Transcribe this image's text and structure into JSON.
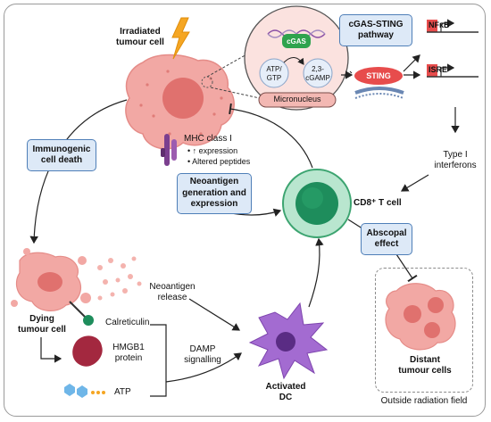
{
  "labels": {
    "irradiated_cell": "Irradiated\ntumour cell",
    "mhc": "MHC class I",
    "mhc_item1": "• ↑ expression",
    "mhc_item2": "• Altered peptides",
    "cgas": "cGAS",
    "atp_gtp": "ATP/\nGTP",
    "cgamp": "2,3-\ncGAMP",
    "micronucleus": "Micronucleus",
    "sting": "STING",
    "nfkb": "NFκB",
    "isre": "ISRE",
    "type1_ifn": "Type I\ninterferons",
    "cd8": "CD8⁺ T cell",
    "dying_cell": "Dying\ntumour cell",
    "calreticulin": "Calreticulin",
    "hmgb1": "HMGB1\nprotein",
    "atp": "ATP",
    "neoantigen_release": "Neoantigen\nrelease",
    "damp": "DAMP\nsignalling",
    "activated_dc": "Activated\nDC",
    "distant_cells": "Distant\ntumour cells",
    "outside_field": "Outside radiation field"
  },
  "boxes": {
    "cgas_sting": "cGAS-STING\npathway",
    "immunogenic": "Immunogenic\ncell death",
    "neoantigen": "Neoantigen\ngeneration and\nexpression",
    "abscopal": "Abscopal\neffect"
  },
  "colors": {
    "tumour": "#f2a8a4",
    "tumour_nucleus": "#e0716e",
    "tcell_outer": "#b9e6cf",
    "tcell_inner": "#1e8d5c",
    "dc": "#a36bd1",
    "dc_nucleus": "#5a2c84",
    "sting": "#e74c4c",
    "cgas": "#2fa34e",
    "box_fill": "#dde9f7",
    "box_border": "#4f7fb8",
    "lightning": "#f5a623"
  },
  "icons": [
    "lightning-icon",
    "dna-icon",
    "membrane-icon",
    "gene-promoter-icon",
    "mhc-receptor-icon",
    "calreticulin-icon",
    "hmgb1-icon",
    "atp-molecule-icon",
    "debris-particles-icon"
  ]
}
